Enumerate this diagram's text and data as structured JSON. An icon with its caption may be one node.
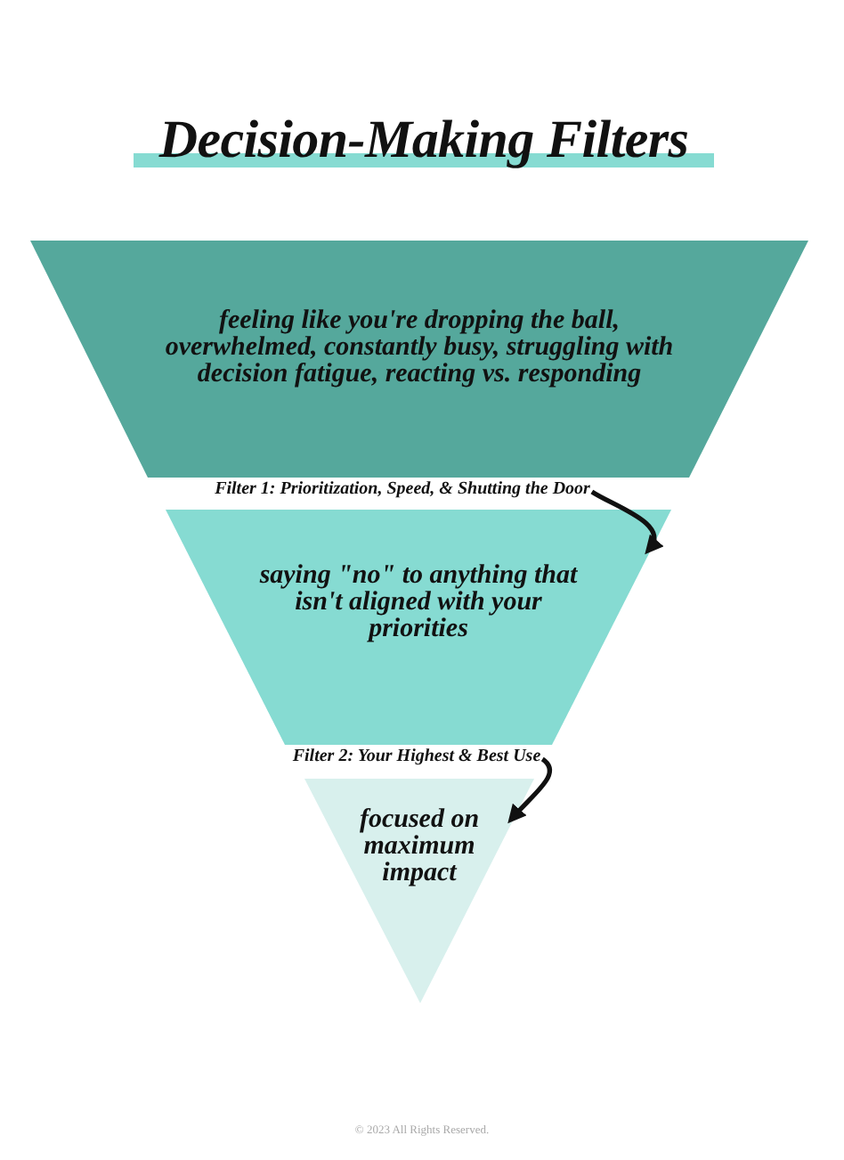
{
  "diagram": {
    "title": "Decision-Making Filters",
    "nodes": [
      {
        "text": [
          "feeling like you're dropping the ball, overwhelmed, constantly busy, struggling with decision fatigue, reacting vs. responding"
        ]
      },
      {
        "text": [
          "Filter 1: Prioritization, Speed, & Shutting the Door"
        ]
      },
      {
        "text": [
          "saying \"no\" to anything that isn't aligned with your priorities"
        ]
      },
      {
        "text": [
          "Filter 2: Your Highest & Best Use"
        ]
      },
      {
        "text": [
          "focused on maximum impact"
        ]
      }
    ],
    "edges": [
      {
        "from": 1,
        "to": 2,
        "arrow": "to"
      },
      {
        "from": 3,
        "to": 4,
        "arrow": "to"
      }
    ],
    "labels": [
      "© 2023 All Rights Reserved."
    ]
  }
}
